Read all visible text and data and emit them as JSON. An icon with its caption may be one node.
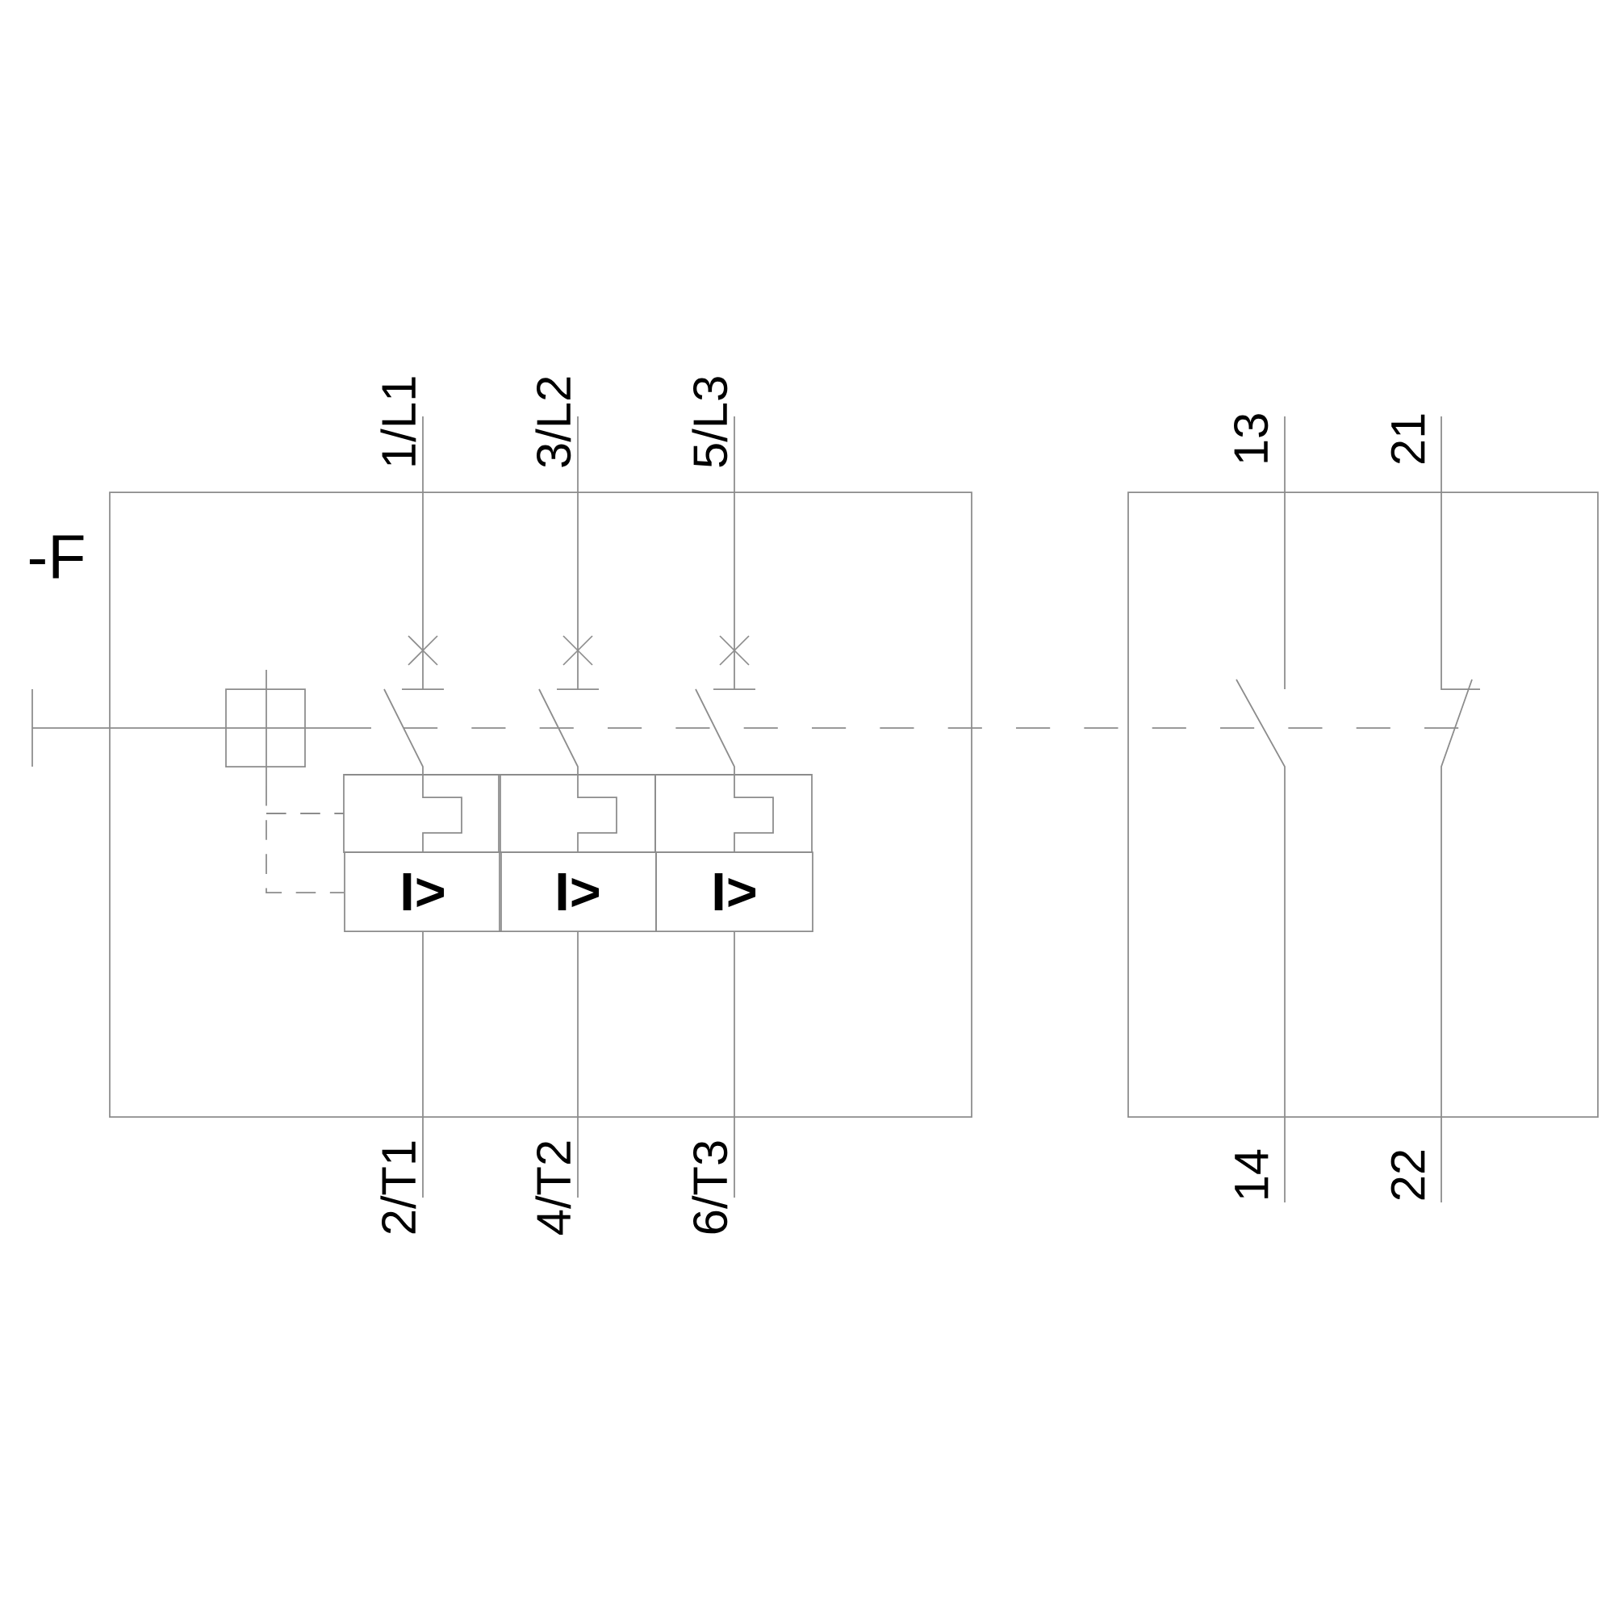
{
  "diagram": {
    "nodes": [
      {
        "text": [
          "I>"
        ]
      },
      {
        "text": [
          "I>"
        ]
      },
      {
        "text": [
          "I>"
        ]
      }
    ],
    "labels": [
      "-F",
      "1/L1",
      "3/L2",
      "5/L3",
      "13",
      "21",
      "2/T1",
      "4/T2",
      "6/T3",
      "14",
      "22"
    ]
  }
}
